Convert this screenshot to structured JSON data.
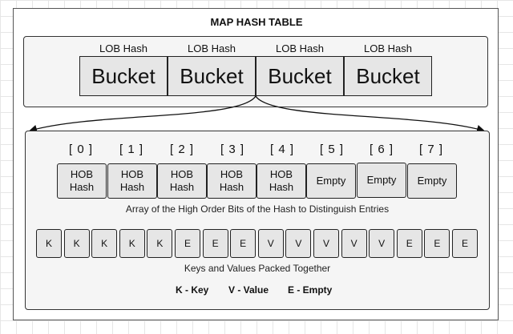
{
  "title": "MAP HASH TABLE",
  "top_buckets": [
    {
      "label": "LOB Hash",
      "text": "Bucket"
    },
    {
      "label": "LOB Hash",
      "text": "Bucket"
    },
    {
      "label": "LOB Hash",
      "text": "Bucket"
    },
    {
      "label": "LOB Hash",
      "text": "Bucket"
    }
  ],
  "hob_cells": [
    {
      "index": "[ 0 ]",
      "line1": "HOB",
      "line2": "Hash"
    },
    {
      "index": "[ 1 ]",
      "line1": "HOB",
      "line2": "Hash"
    },
    {
      "index": "[ 2 ]",
      "line1": "HOB",
      "line2": "Hash"
    },
    {
      "index": "[ 3 ]",
      "line1": "HOB",
      "line2": "Hash"
    },
    {
      "index": "[ 4 ]",
      "line1": "HOB",
      "line2": "Hash"
    },
    {
      "index": "[ 5 ]",
      "line1": "Empty",
      "line2": ""
    },
    {
      "index": "[ 6 ]",
      "line1": "Empty",
      "line2": ""
    },
    {
      "index": "[ 7 ]",
      "line1": "Empty",
      "line2": ""
    }
  ],
  "hob_caption": "Array of the High Order Bits of the Hash to Distinguish Entries",
  "kv_cells": [
    "K",
    "K",
    "K",
    "K",
    "K",
    "E",
    "E",
    "E",
    "V",
    "V",
    "V",
    "V",
    "V",
    "E",
    "E",
    "E"
  ],
  "kv_caption": "Keys and Values Packed Together",
  "legend": [
    "K - Key",
    "V - Value",
    "E - Empty"
  ]
}
